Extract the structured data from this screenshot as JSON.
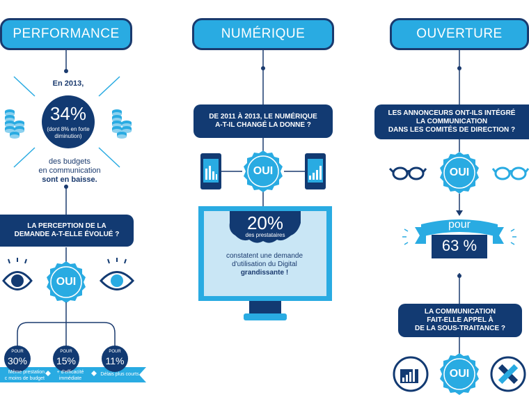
{
  "columns": {
    "performance": {
      "title": "PERFORMANCE",
      "intro": "En 2013,",
      "stat": "34%",
      "stat_note_1": "(dont 8% en forte",
      "stat_note_2": "diminution)",
      "desc_1": "des budgets",
      "desc_2": "en communication",
      "desc_3": "sont en baisse.",
      "question_1": "LA PERCEPTION DE LA",
      "question_2": "DEMANDE A-T-ELLE ÉVOLUÉ ?",
      "answer": "OUI",
      "breakdown": [
        {
          "prefix": "POUR",
          "value": "30%",
          "label_1": "Même prestation",
          "label_2": "c moins de budget"
        },
        {
          "prefix": "POUR",
          "value": "15%",
          "label_1": "+ d'efficacité",
          "label_2": "immédiate"
        },
        {
          "prefix": "POUR",
          "value": "11%",
          "label_1": "Délais plus courts",
          "label_2": ""
        }
      ]
    },
    "numerique": {
      "title": "NUMÉRIQUE",
      "question_1": "DE 2011 À 2013, LE NUMÉRIQUE",
      "question_2": "A-T-IL CHANGÉ LA DONNE ?",
      "answer": "OUI",
      "stat": "20%",
      "stat_sub": "des prestataires",
      "desc_1": "constatent une demande",
      "desc_2": "d'utilisation du Digital",
      "desc_3": "grandissante !"
    },
    "ouverture": {
      "title": "OUVERTURE",
      "question_1": "LES ANNONCEURS ONT-ILS INTÉGRÉ",
      "question_2": "LA COMMUNICATION",
      "question_3": "DANS LES COMITÉS DE DIRECTION ?",
      "answer": "OUI",
      "pour": "pour",
      "stat": "63 %",
      "question2_1": "LA COMMUNICATION",
      "question2_2": "FAIT-ELLE APPEL À",
      "question2_3": "DE LA SOUS-TRAITANCE ?",
      "answer2": "OUI"
    }
  },
  "colors": {
    "navy": "#123a72",
    "blue": "#29abe2",
    "light": "#c9e6f5",
    "line": "#1a3a6e"
  },
  "icons": [
    "coins-icon",
    "eye-icon",
    "tablet-chart-icon",
    "monitor-icon",
    "glasses-icon",
    "chart-circle-icon",
    "pencil-ruler-icon"
  ]
}
